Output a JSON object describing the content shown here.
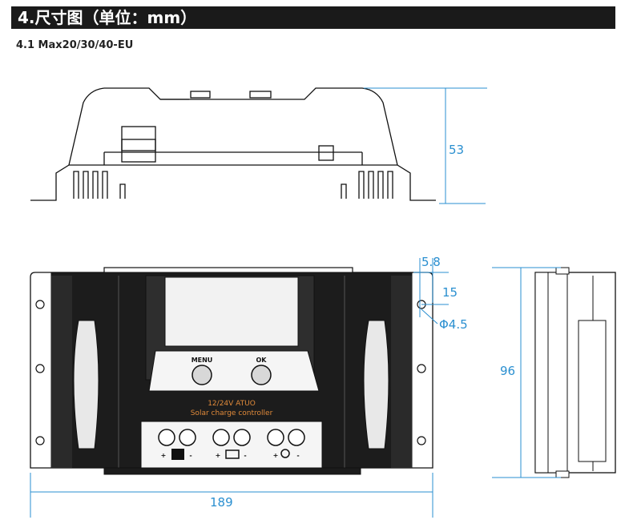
{
  "header": {
    "title": "4.尺寸图（单位：mm）"
  },
  "subtitle": "4.1 Max20/30/40-EU",
  "dimensions": {
    "height_top_view": "53",
    "hole_offset_x": "5.8",
    "hole_offset_y": "15",
    "hole_diameter": "Φ4.5",
    "height_side_view": "96",
    "width_front_view": "189"
  },
  "device": {
    "button_menu": "MENU",
    "button_ok": "OK",
    "label_line1": "12/24V ATUO",
    "label_line2": "Solar charge controller",
    "terminal_plus": "+",
    "terminal_minus": "-"
  },
  "colors": {
    "dimension_text": "#2a8fd0",
    "label_text": "#e08a3a",
    "header_bg": "#1a1a1a"
  }
}
